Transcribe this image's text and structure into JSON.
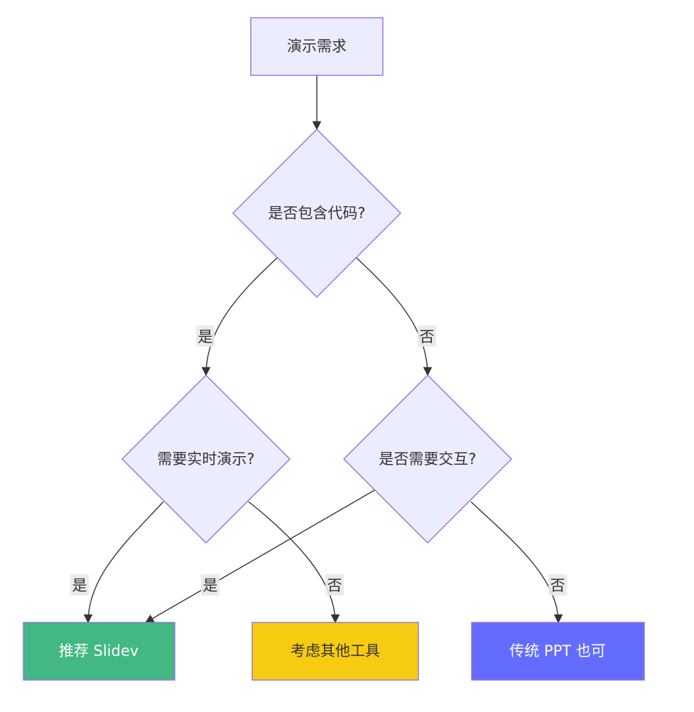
{
  "nodes": {
    "start": {
      "label": "演示需求",
      "fill": "#ECECFF",
      "stroke": "#9370DB"
    },
    "decision_code": {
      "label": "是否包含代码?",
      "fill": "#ECECFF",
      "stroke": "#9370DB"
    },
    "decision_live": {
      "label": "需要实时演示?",
      "fill": "#ECECFF",
      "stroke": "#9370DB"
    },
    "decision_interactive": {
      "label": "是否需要交互?",
      "fill": "#ECECFF",
      "stroke": "#9370DB"
    },
    "result_slidev": {
      "label": "推荐 Slidev",
      "fill": "#42B883",
      "stroke": "#9370DB"
    },
    "result_other": {
      "label": "考虑其他工具",
      "fill": "#F8CB13",
      "stroke": "#9370DB"
    },
    "result_ppt": {
      "label": "传统 PPT 也可",
      "fill": "#646CFF",
      "stroke": "#9370DB"
    }
  },
  "edges": {
    "code_yes": "是",
    "code_no": "否",
    "live_yes": "是",
    "live_no": "否",
    "interactive_yes": "是",
    "interactive_no": "否"
  }
}
